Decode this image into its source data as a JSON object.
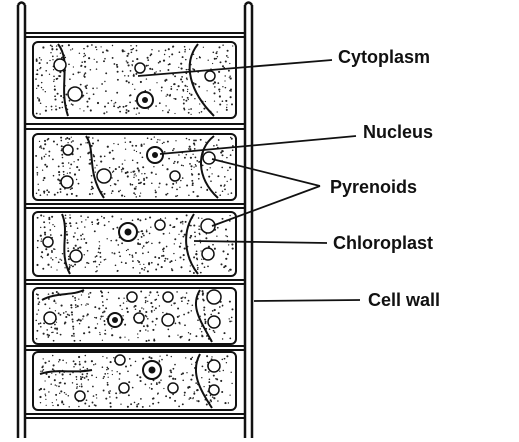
{
  "labels": {
    "cytoplasm": "Cytoplasm",
    "nucleus": "Nucleus",
    "pyrenoids": "Pyrenoids",
    "chloroplast": "Chloroplast",
    "cell_wall": "Cell wall"
  },
  "colors": {
    "ink": "#111111",
    "paper": "#ffffff"
  }
}
